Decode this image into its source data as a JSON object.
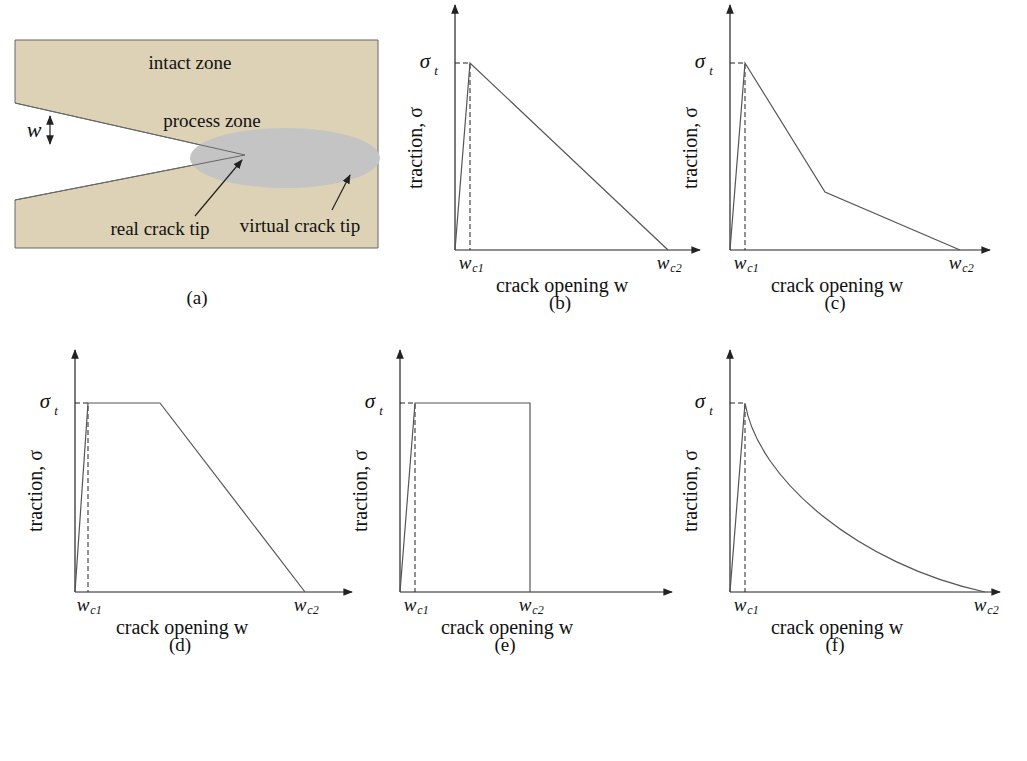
{
  "diagram": {
    "labels": [
      "intact zone",
      "process zone",
      "w",
      "real crack tip",
      "virtual crack tip",
      "(a)",
      "σ",
      "t",
      "w",
      "c1",
      "w",
      "c2",
      "traction, σ",
      "crack opening w",
      "(b)",
      "σ",
      "t",
      "w",
      "c1",
      "w",
      "c2",
      "traction, σ",
      "crack opening w",
      "(c)",
      "σ",
      "t",
      "w",
      "c1",
      "w",
      "c2",
      "traction, σ",
      "crack opening w",
      "(d)",
      "σ",
      "t",
      "w",
      "c1",
      "w",
      "c2",
      "traction, σ",
      "crack opening w",
      "(e)",
      "σ",
      "t",
      "w",
      "c1",
      "w",
      "c2",
      "traction, σ",
      "crack opening w",
      "(f)"
    ]
  }
}
